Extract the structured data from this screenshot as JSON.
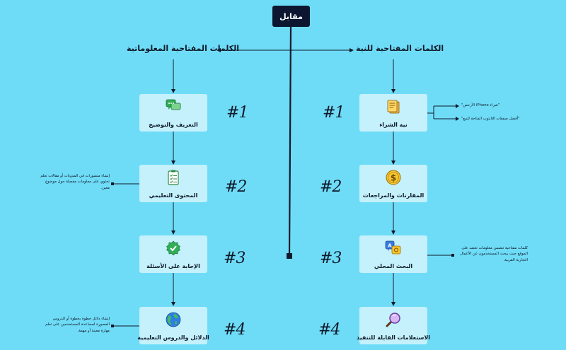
{
  "center_node": "مقابل",
  "left_branch": {
    "heading": "الكلمات المفتاحية المعلوماتية",
    "cards": [
      {
        "label": "التعريف والتوضيح",
        "icon": "chat-bubbles-icon",
        "number": "#1"
      },
      {
        "label": "المحتوى التعليمي",
        "icon": "checklist-icon",
        "number": "#2"
      },
      {
        "label": "الإجابة على الأسئلة",
        "icon": "check-badge-icon",
        "number": "#3"
      },
      {
        "label": "الدلائل والدروس التعليمية",
        "icon": "globe-icon",
        "number": "#4"
      }
    ],
    "notes": {
      "n2": "إنشاء منشورات في المدونات أو مقالات تعلم تحتوي على معلومات مفصلة حول موضوع معين.",
      "n4": "إنشاء دلائل خطوة بخطوة أو الدروس المصورة لمساعدة المستخدمين على تعلم مهارة معينة أو مهمة."
    }
  },
  "right_branch": {
    "heading": "الكلمات المفتاحية للنية",
    "cards": [
      {
        "label": "نية الشراء",
        "icon": "notes-icon",
        "number": "#1"
      },
      {
        "label": "المقارنات والمراجعات",
        "icon": "dollar-coin-icon",
        "number": "#2"
      },
      {
        "label": "البحث المحلي",
        "icon": "translate-icon",
        "number": "#3"
      },
      {
        "label": "الاستعلامات القابلة للتنفيذ",
        "icon": "magnifier-icon",
        "number": "#4"
      }
    ],
    "notes": {
      "n1a": "\"شراء iPhone الأرخص\"",
      "n1b": "\"أفضل صفقات اللابتوب المتاحة للبيع\"",
      "n3": "كلمات مفتاحية تتضمن معلومات تعتمد على الموقع حيث يبحث المستخدمون عن الأعمال التجارية القريبة."
    }
  },
  "colors": {
    "background": "#6fdcf7",
    "card": "#c4f1fb",
    "top_node": "#0c1630",
    "lines": "#0f1a2b"
  }
}
